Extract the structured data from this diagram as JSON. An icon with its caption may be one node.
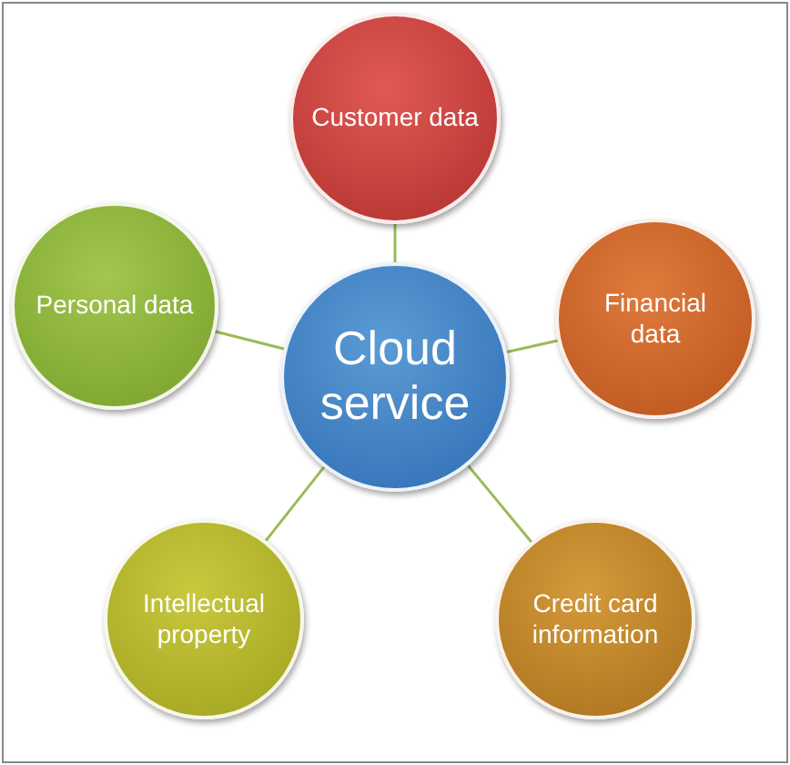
{
  "diagram": {
    "nodes": [
      {
        "text": [
          "Cloud service"
        ]
      },
      {
        "text": [
          "Customer data"
        ]
      },
      {
        "text": [
          "Financial data"
        ]
      },
      {
        "text": [
          "Credit card information"
        ]
      },
      {
        "text": [
          "Intellectual property"
        ]
      },
      {
        "text": [
          "Personal data"
        ]
      }
    ],
    "edges": [
      {
        "from": 0,
        "to": 1,
        "arrow": "none"
      },
      {
        "from": 0,
        "to": 2,
        "arrow": "none"
      },
      {
        "from": 0,
        "to": 3,
        "arrow": "none"
      },
      {
        "from": 0,
        "to": 4,
        "arrow": "none"
      },
      {
        "from": 0,
        "to": 5,
        "arrow": "none"
      }
    ]
  }
}
